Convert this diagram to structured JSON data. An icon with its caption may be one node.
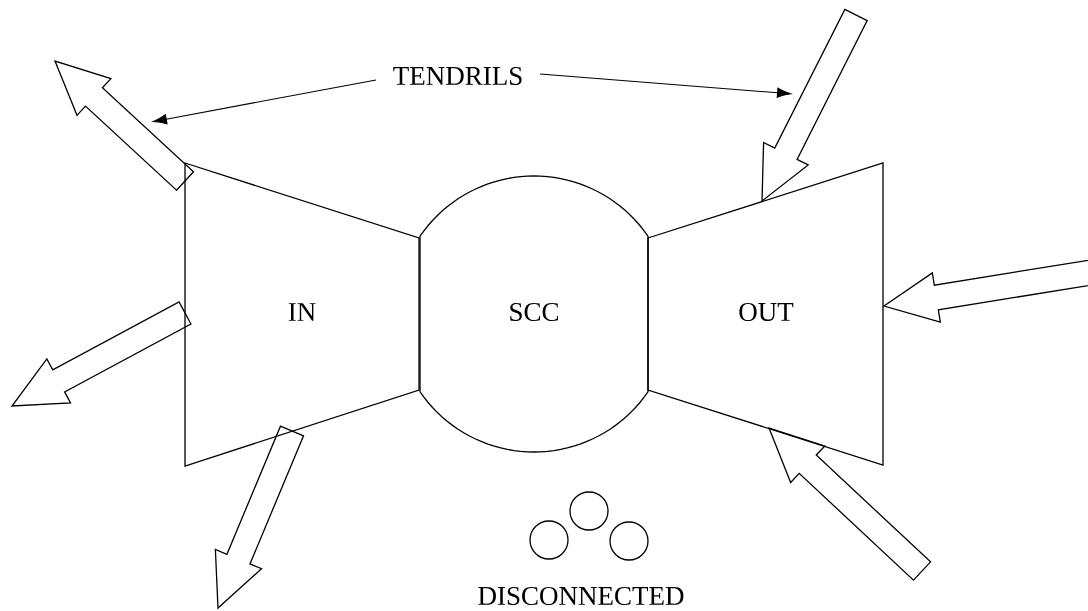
{
  "diagram": {
    "nodes": [
      {
        "text": [
          "IN"
        ]
      },
      {
        "text": [
          "SCC"
        ]
      },
      {
        "text": [
          "OUT"
        ]
      },
      {
        "text": [
          "TENDRILS"
        ]
      },
      {
        "text": [],
        "shape": "circle"
      },
      {
        "text": [],
        "shape": "circle"
      },
      {
        "text": [],
        "shape": "circle"
      }
    ],
    "edges": [
      {
        "from": 0,
        "to": null,
        "arrow": "to",
        "style": "thick"
      },
      {
        "from": 0,
        "to": null,
        "arrow": "to",
        "style": "thick"
      },
      {
        "from": 0,
        "to": null,
        "arrow": "to",
        "style": "thick"
      },
      {
        "from": null,
        "to": 2,
        "arrow": "to",
        "style": "thick"
      },
      {
        "from": null,
        "to": 2,
        "arrow": "to",
        "style": "thick"
      },
      {
        "from": null,
        "to": 2,
        "arrow": "to",
        "style": "thick"
      },
      {
        "from": 3,
        "to": null,
        "arrow": "to"
      },
      {
        "from": 3,
        "to": null,
        "arrow": "to"
      }
    ],
    "labels": [
      "DISCONNECTED"
    ]
  }
}
